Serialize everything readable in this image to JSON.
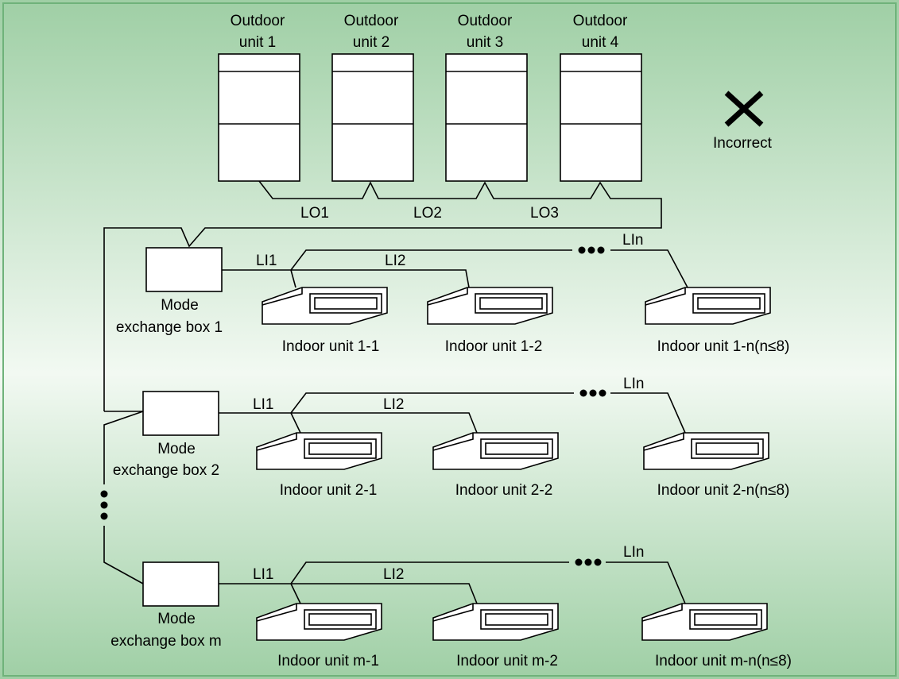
{
  "colors": {
    "background_edge": "#9fcfa5",
    "background_center": "#f2f9f2",
    "frame": "#6fb27a",
    "line": "#000000",
    "unit_fill": "#ffffff"
  },
  "outdoor_units": [
    {
      "line1": "Outdoor",
      "line2": "unit 1"
    },
    {
      "line1": "Outdoor",
      "line2": "unit 2"
    },
    {
      "line1": "Outdoor",
      "line2": "unit 3"
    },
    {
      "line1": "Outdoor",
      "line2": "unit 4"
    }
  ],
  "outdoor_links": [
    "LO1",
    "LO2",
    "LO3"
  ],
  "status": {
    "icon": "cross-icon",
    "label": "Incorrect"
  },
  "groups": [
    {
      "box_line1": "Mode",
      "box_line2": "exchange box 1",
      "link_labels": [
        "LI1",
        "LI2",
        "LIn"
      ],
      "indoor_units": [
        "Indoor unit 1-1",
        "Indoor unit 1-2",
        "Indoor unit 1-n(n≤8)"
      ]
    },
    {
      "box_line1": "Mode",
      "box_line2": "exchange box 2",
      "link_labels": [
        "LI1",
        "LI2",
        "LIn"
      ],
      "indoor_units": [
        "Indoor unit 2-1",
        "Indoor unit 2-2",
        "Indoor unit 2-n(n≤8)"
      ]
    },
    {
      "box_line1": "Mode",
      "box_line2": "exchange box m",
      "link_labels": [
        "LI1",
        "LI2",
        "LIn"
      ],
      "indoor_units": [
        "Indoor unit m-1",
        "Indoor unit m-2",
        "Indoor unit m-n(n≤8)"
      ]
    }
  ]
}
